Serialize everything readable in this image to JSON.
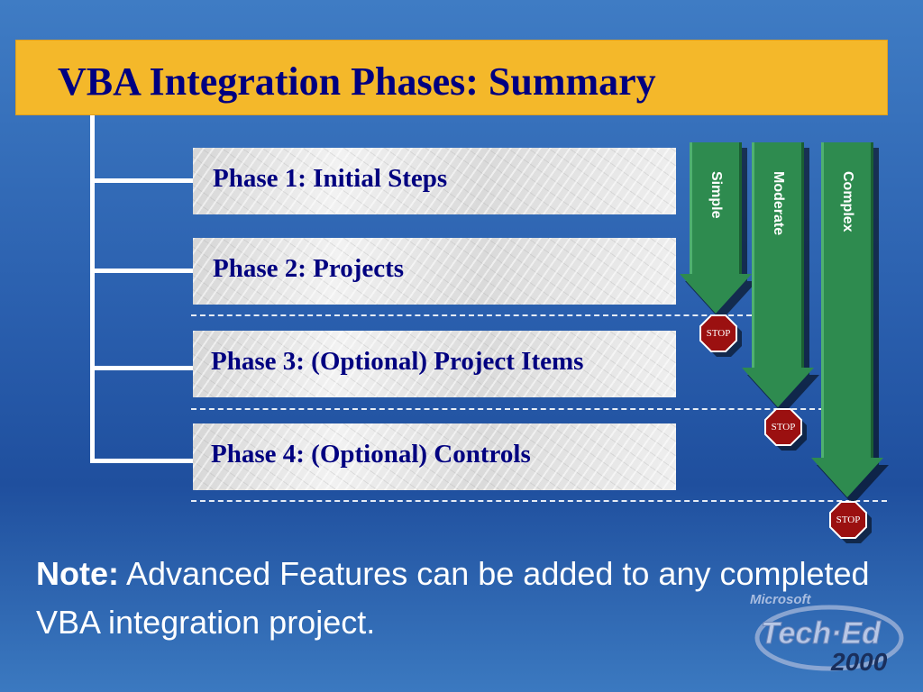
{
  "title": "VBA Integration Phases: Summary",
  "phases": [
    {
      "label": "Phase 1: Initial Steps"
    },
    {
      "label": "Phase 2: Projects"
    },
    {
      "label": "Phase 3: (Optional) Project Items"
    },
    {
      "label": "Phase 4: (Optional) Controls"
    }
  ],
  "arrows": [
    {
      "label": "Simple",
      "stops_after_phase": 2
    },
    {
      "label": "Moderate",
      "stops_after_phase": 3
    },
    {
      "label": "Complex",
      "stops_after_phase": 4
    }
  ],
  "stop_sign_label": "STOP",
  "note": {
    "label": "Note:",
    "text": " Advanced Features can be added to any completed VBA integration project."
  },
  "logo": {
    "brand": "Microsoft",
    "name": "Tech·Ed",
    "year": "2000"
  },
  "colors": {
    "title_bar": "#f4b82a",
    "title_text": "#000080",
    "arrow_green": "#2e8b4f",
    "stop_red": "#9b1010",
    "background": "#2a5fae"
  }
}
